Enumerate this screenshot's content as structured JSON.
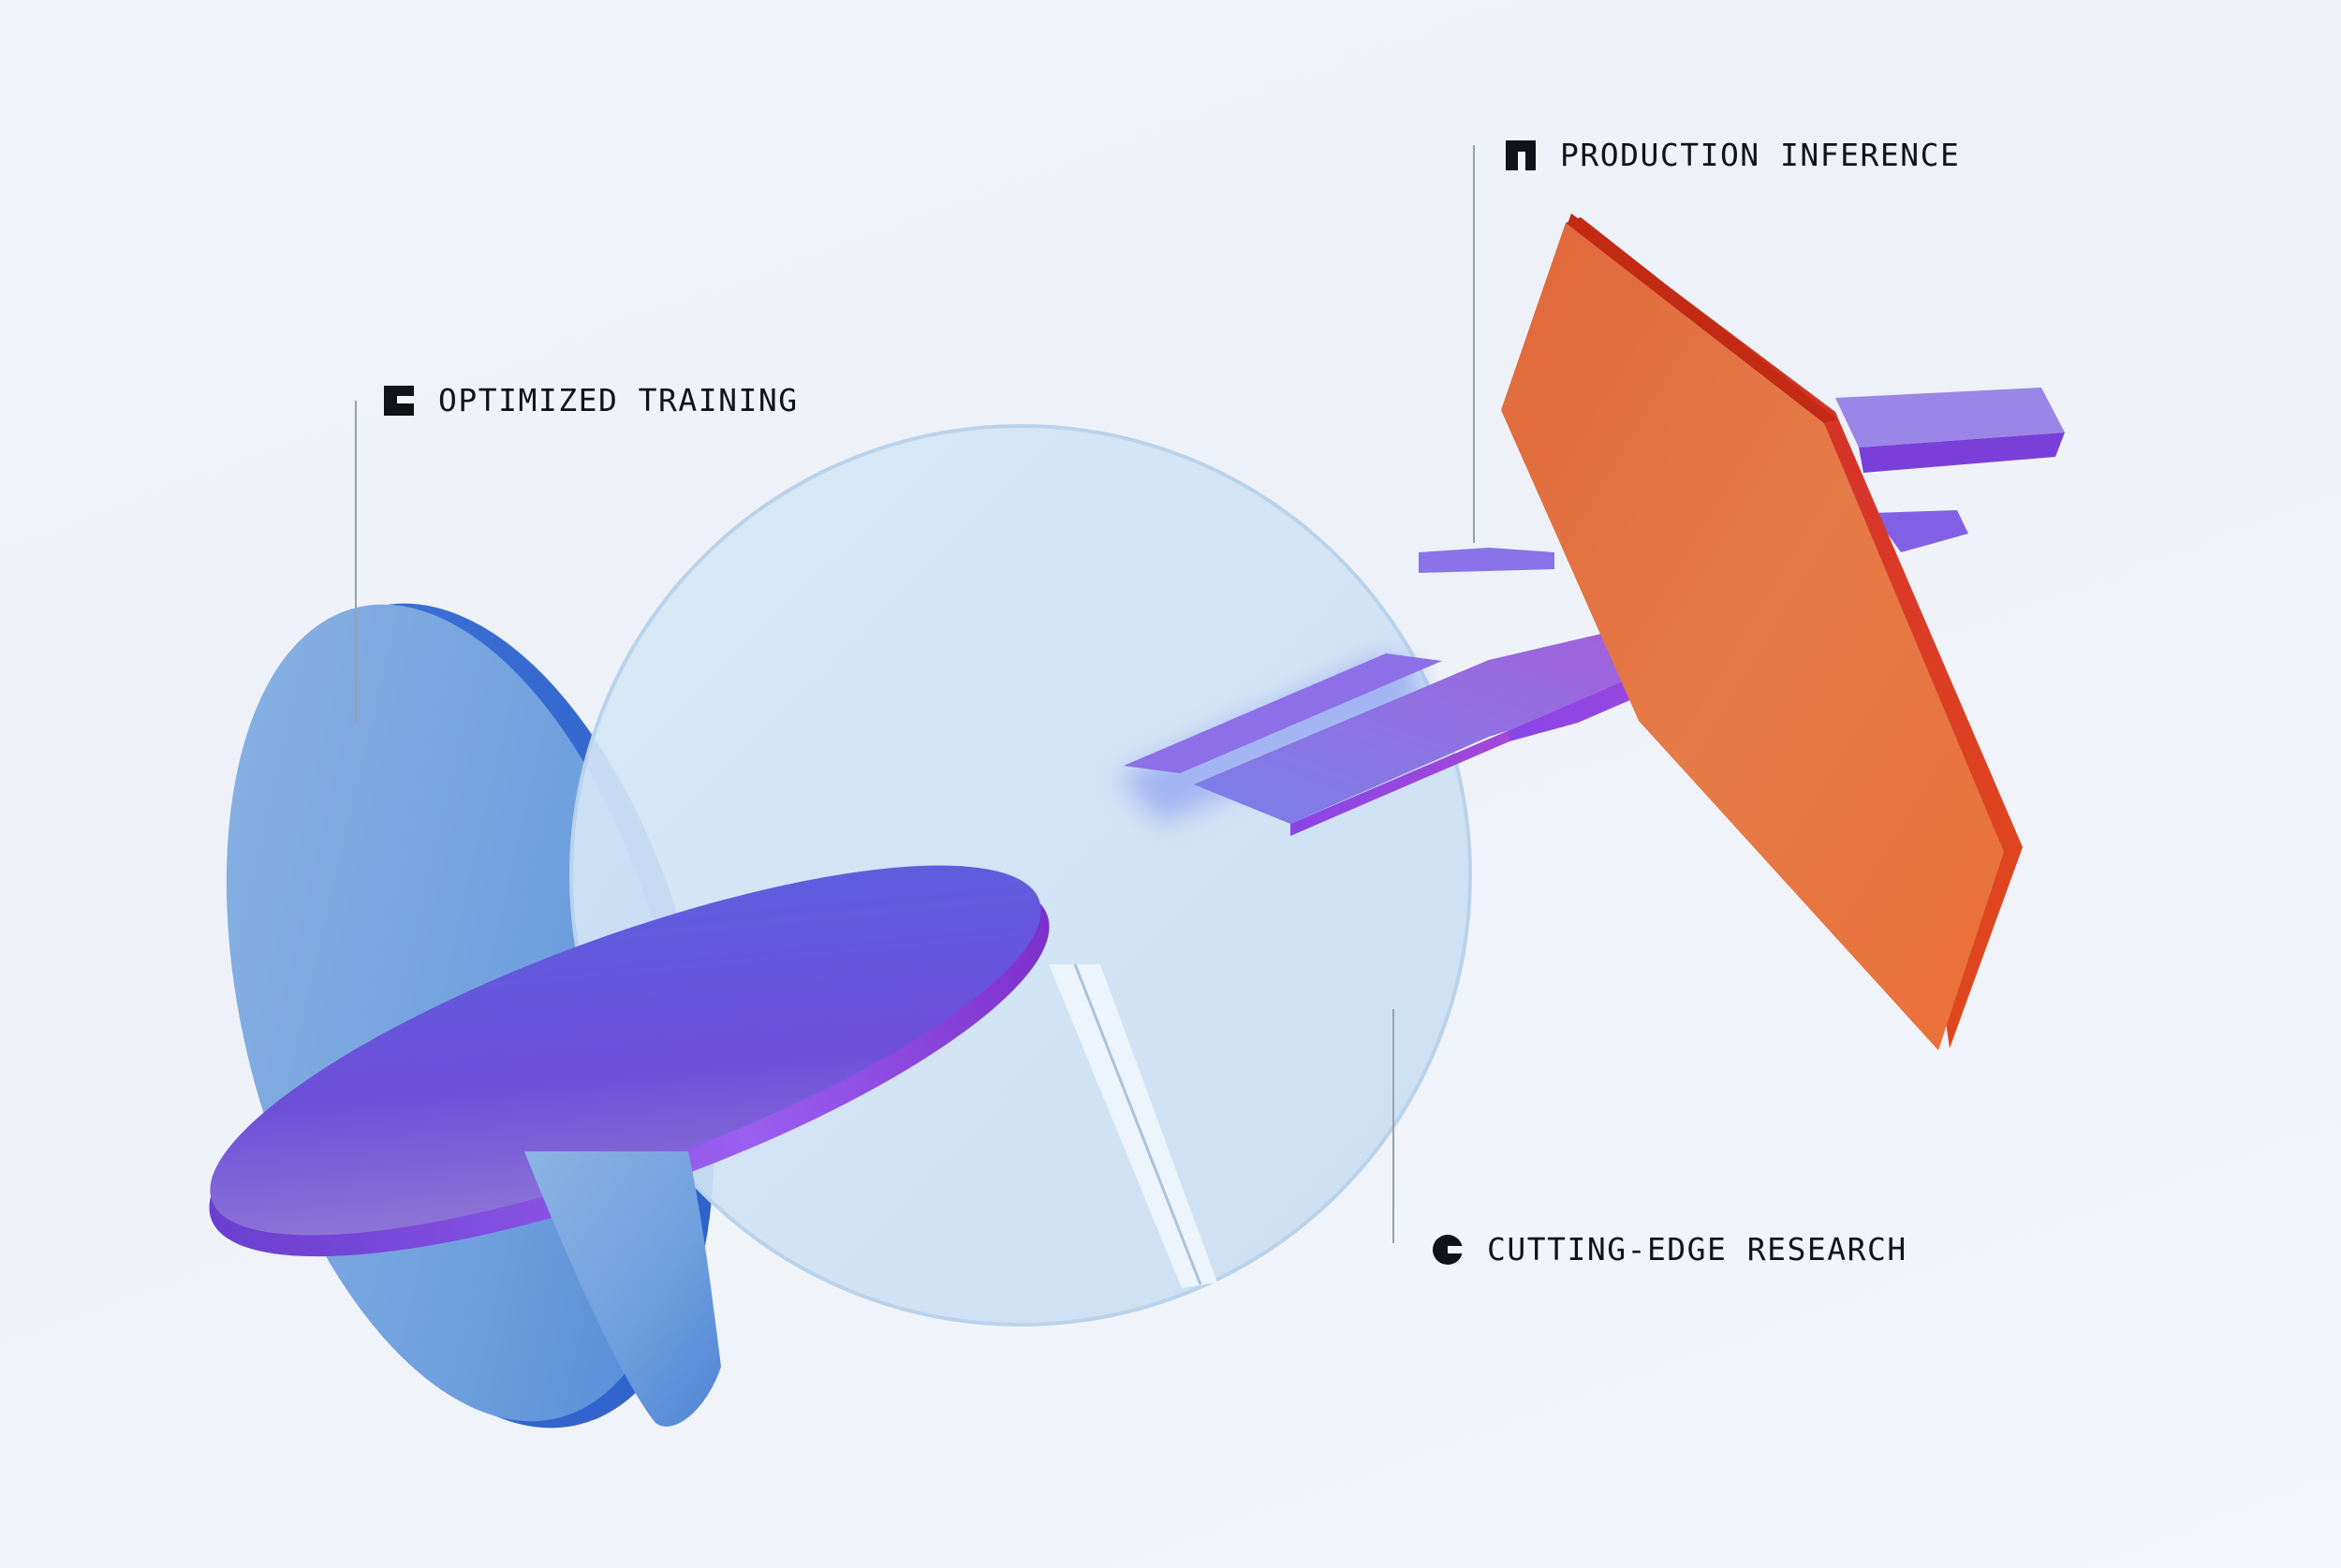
{
  "callouts": {
    "training": {
      "label": "OPTIMIZED TRAINING",
      "icon": "square-notch-icon"
    },
    "inference": {
      "label": "PRODUCTION INFERENCE",
      "icon": "arch-block-icon"
    },
    "research": {
      "label": "CUTTING-EDGE RESEARCH",
      "icon": "c-circle-icon"
    }
  },
  "colors": {
    "background": "#eef2f8",
    "text": "#111318",
    "leader_line": "#9aa0aa",
    "glass_disc": "#cfe3f5",
    "blue_disc": "#5b8fdc",
    "purple_disc": "#7a4fe0",
    "purple_bar": "#8b5cf0",
    "orange_plate": "#e26a2c"
  }
}
